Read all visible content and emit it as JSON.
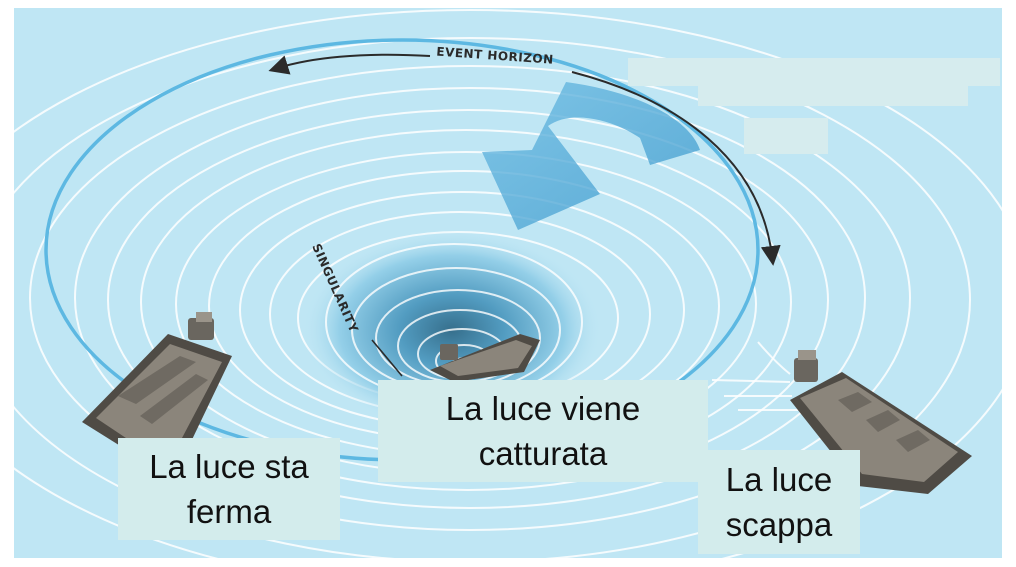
{
  "diagram": {
    "event_horizon_label": "EVENT HORIZON",
    "singularity_label": "SINGULARITY"
  },
  "labels": {
    "stationary": {
      "line1": "La luce sta",
      "line2": "ferma"
    },
    "captured": {
      "line1": "La luce viene",
      "line2": "catturata"
    },
    "escapes": {
      "line1": "La luce",
      "line2": "scappa"
    }
  },
  "colors": {
    "water": "#bfe6f4",
    "ripple": "#ffffff",
    "event_horizon_ring": "#5db8e2",
    "flow_arrow": "#4aa6d6",
    "label_background": "#d3ecec",
    "boat_hull": "#5b5750"
  }
}
